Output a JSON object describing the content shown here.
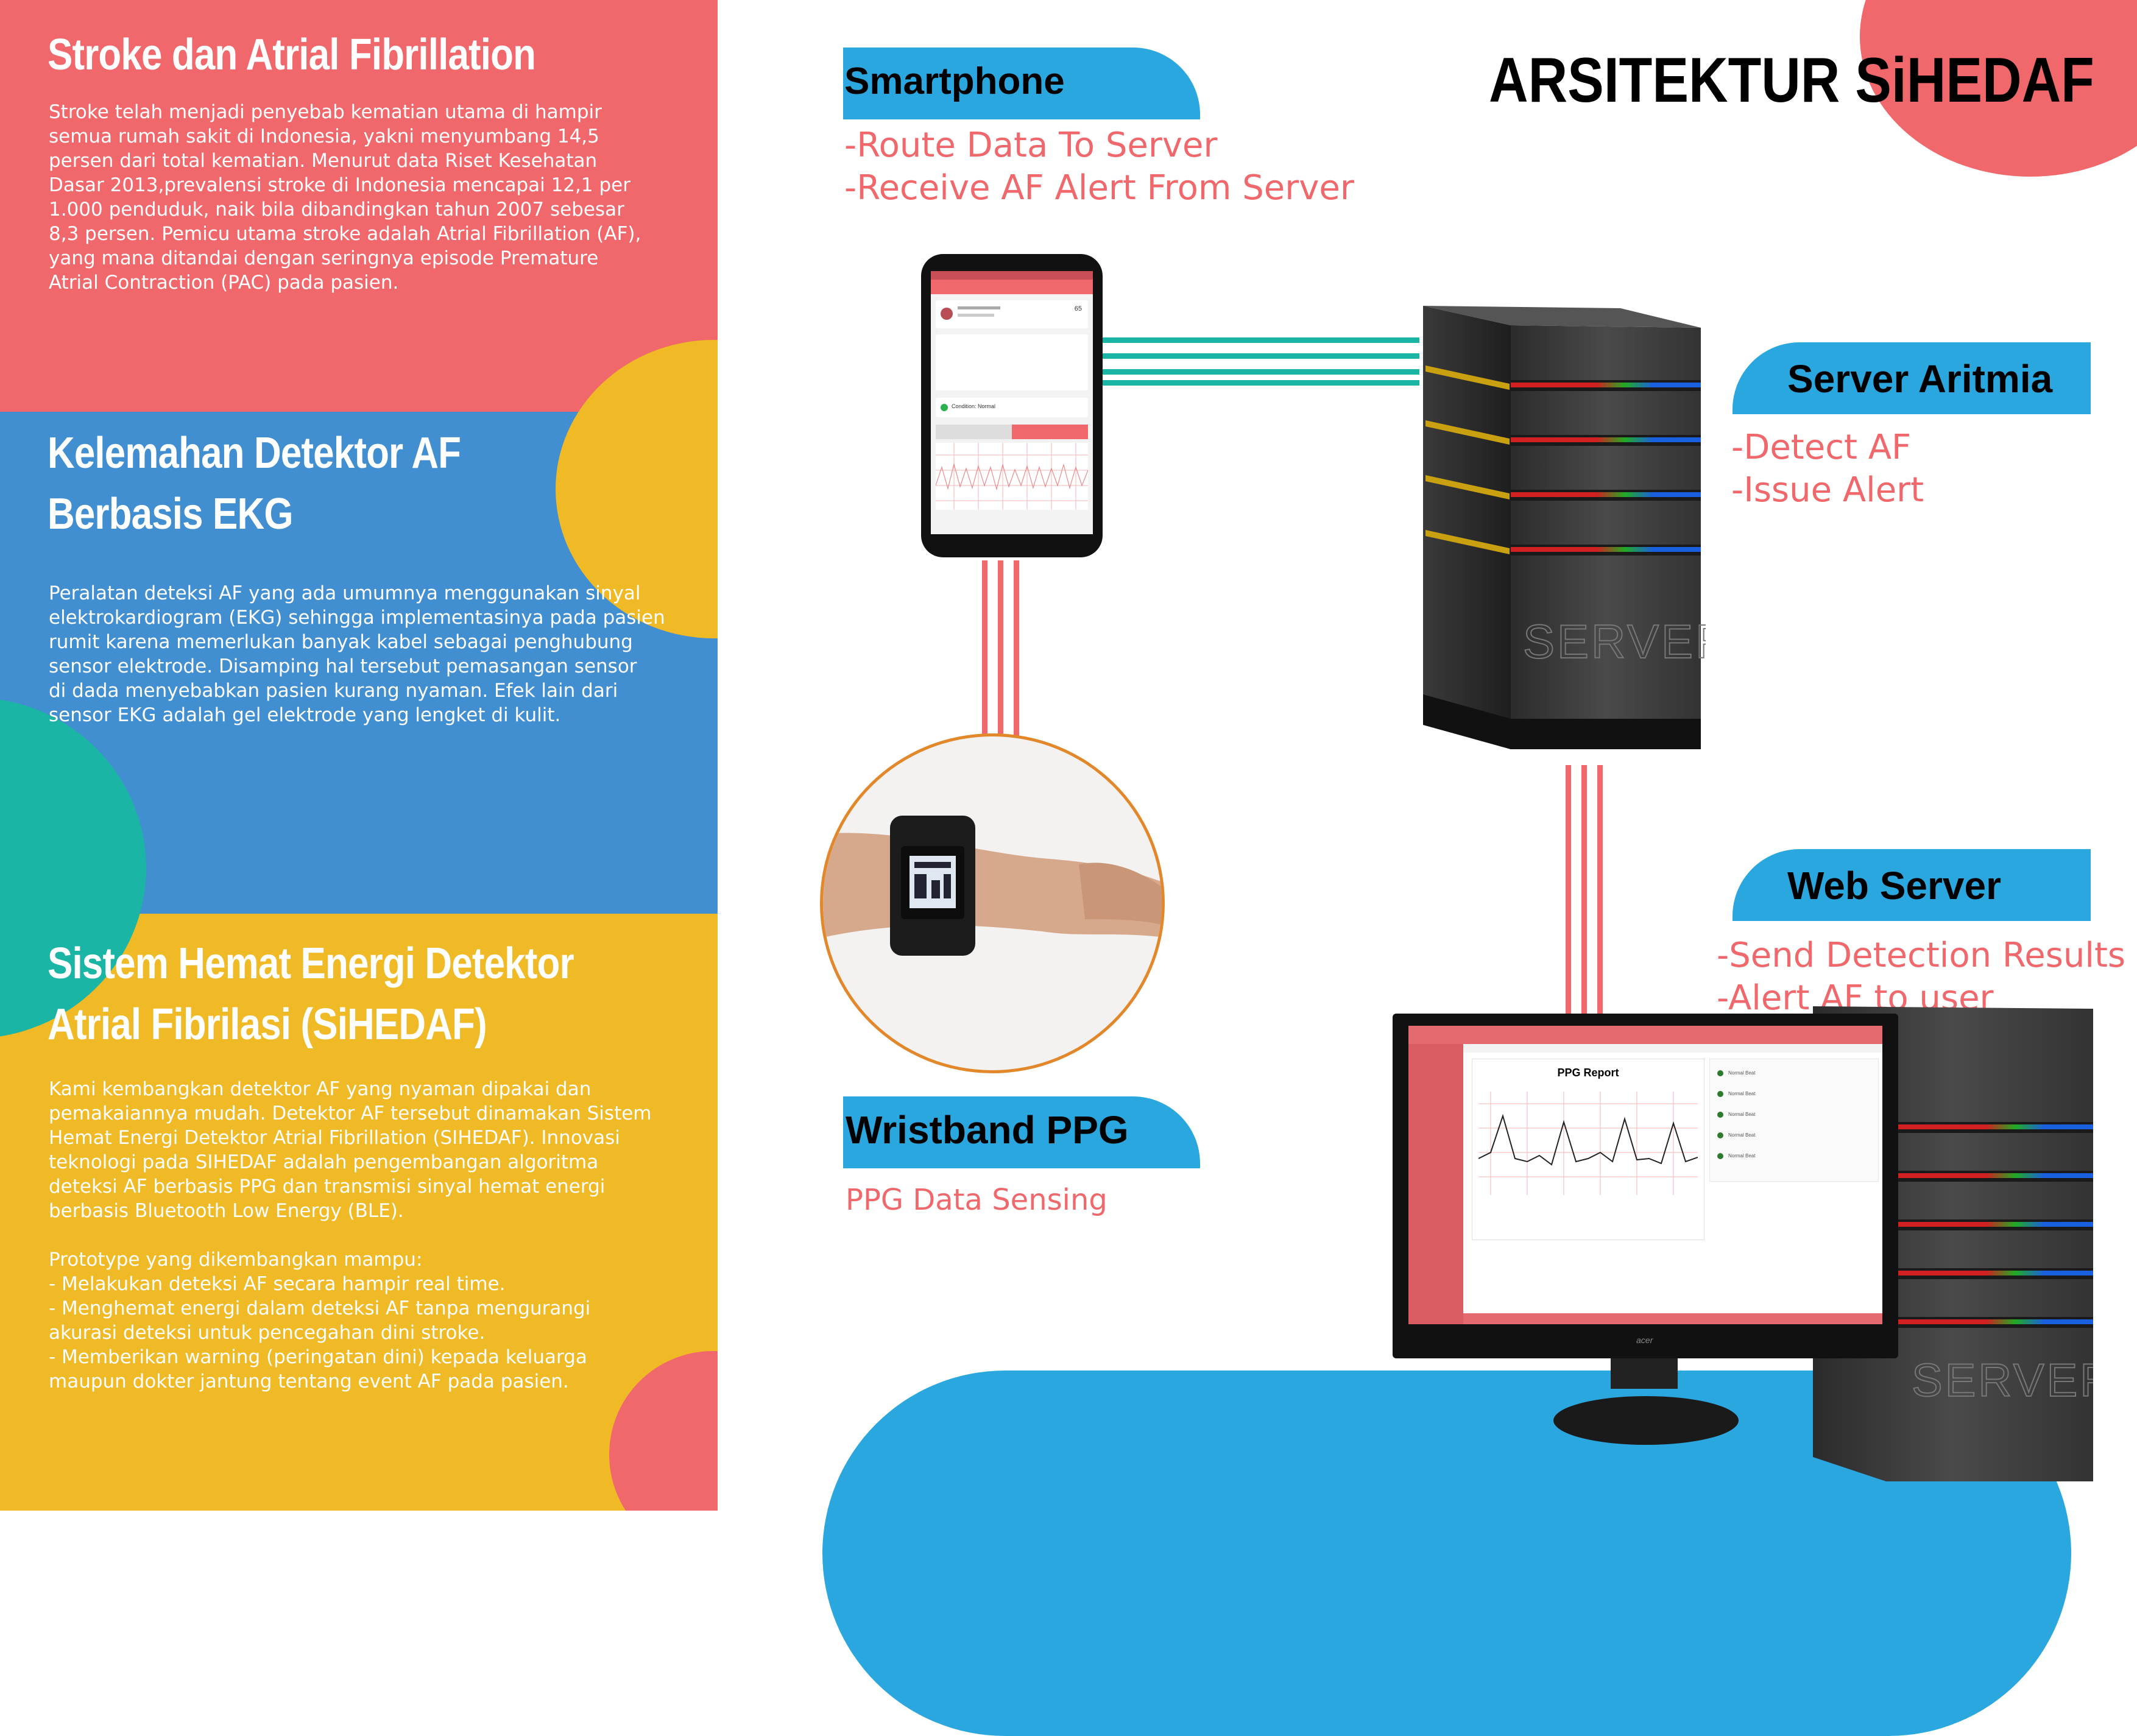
{
  "left": {
    "sections": [
      {
        "heading_lines": [
          "Stroke dan Atrial Fibrillation"
        ],
        "body": "Stroke telah menjadi penyebab kematian utama di hampir\nsemua rumah sakit di Indonesia, yakni menyumbang 14,5\npersen dari total kematian. Menurut data Riset Kesehatan\nDasar 2013,prevalensi stroke di Indonesia mencapai 12,1 per\n1.000 penduduk, naik bila dibandingkan tahun 2007 sebesar\n8,3 persen. Pemicu utama stroke adalah Atrial Fibrillation (AF),\nyang mana ditandai dengan seringnya episode Premature\nAtrial Contraction (PAC) pada pasien."
      },
      {
        "heading_lines": [
          "Kelemahan Detektor AF",
          "Berbasis EKG"
        ],
        "body": "Peralatan deteksi AF yang ada umumnya menggunakan sinyal\nelektrokardiogram (EKG)  sehingga implementasinya pada pasien\nrumit karena memerlukan banyak kabel sebagai penghubung\nsensor elektrode. Disamping hal tersebut pemasangan sensor\ndi dada menyebabkan pasien kurang nyaman. Efek lain dari\nsensor EKG adalah gel elektrode yang lengket di kulit."
      },
      {
        "heading_lines": [
          "Sistem Hemat Energi Detektor",
          "Atrial Fibrilasi (SiHEDAF)"
        ],
        "body": "Kami kembangkan detektor AF yang nyaman dipakai dan\npemakaiannya mudah. Detektor AF tersebut dinamakan Sistem\nHemat Energi Detektor Atrial Fibrillation (SIHEDAF). Innovasi\nteknologi pada SIHEDAF adalah pengembangan algoritma\ndeteksi AF berbasis PPG dan transmisi sinyal hemat energi\nberbasis Bluetooth Low Energy (BLE).\n\nPrototype yang dikembangkan mampu:\n- Melakukan deteksi AF secara hampir real time.\n- Menghemat energi dalam deteksi AF tanpa mengurangi\nakurasi deteksi untuk pencegahan dini stroke.\n- Memberikan warning (peringatan dini) kepada keluarga\nmaupun dokter jantung tentang event AF pada pasien."
      }
    ]
  },
  "title": {
    "part1": "ARSITEKTUR",
    "part2": "SiHEDAF"
  },
  "smartphone": {
    "label": "Smartphone",
    "desc": "-Route Data To Server\n-Receive AF Alert From Server"
  },
  "server_aritmia": {
    "label": "Server Aritmia",
    "desc": "-Detect AF\n-Issue Alert"
  },
  "web_server": {
    "label": "Web Server",
    "desc": "-Send Detection Results\n-Alert AF to user"
  },
  "wristband": {
    "label": "Wristband PPG",
    "desc": "PPG Data Sensing"
  },
  "server_text": "SERVER",
  "monitor_brand": "acer",
  "web_report": {
    "title": "PPG Report",
    "status_items": [
      "Normal Beat",
      "Normal Beat",
      "Normal Beat",
      "Normal Beat",
      "Normal Beat"
    ]
  },
  "phone_app": {
    "condition": "Condition: Normal",
    "value": "65"
  },
  "colors": {
    "red": "#f0686b",
    "blue": "#418ed0",
    "yellow": "#f0b926",
    "teal": "#1bb5a5",
    "cyan": "#2aa7df"
  }
}
